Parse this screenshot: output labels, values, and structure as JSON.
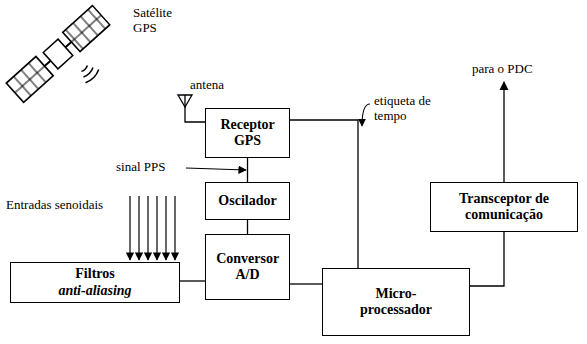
{
  "diagram": {
    "nodes": [
      {
        "text": [
          "Receptor GPS"
        ]
      },
      {
        "text": [
          "Oscilador"
        ]
      },
      {
        "text": [
          "Filtros",
          "anti-aliasing"
        ]
      },
      {
        "text": [
          "Conversor A/D"
        ]
      },
      {
        "text": [
          "Micro- processador"
        ]
      },
      {
        "text": [
          "Transceptor de comunicação"
        ]
      }
    ],
    "edges": [
      {
        "from": 0,
        "to": 1,
        "arrow": "none"
      },
      {
        "from": 1,
        "to": 3,
        "arrow": "none"
      },
      {
        "from": 2,
        "to": 3,
        "arrow": "none"
      },
      {
        "from": 3,
        "to": 4,
        "arrow": "none"
      },
      {
        "from": 0,
        "to": 4,
        "arrow": "none"
      },
      {
        "from": 4,
        "to": 5,
        "arrow": "none"
      }
    ],
    "labels": [
      "Satélite GPS",
      "antena",
      "sinal PPS",
      "etiqueta de tempo",
      "para o PDC",
      "Entradas senoidais"
    ]
  }
}
